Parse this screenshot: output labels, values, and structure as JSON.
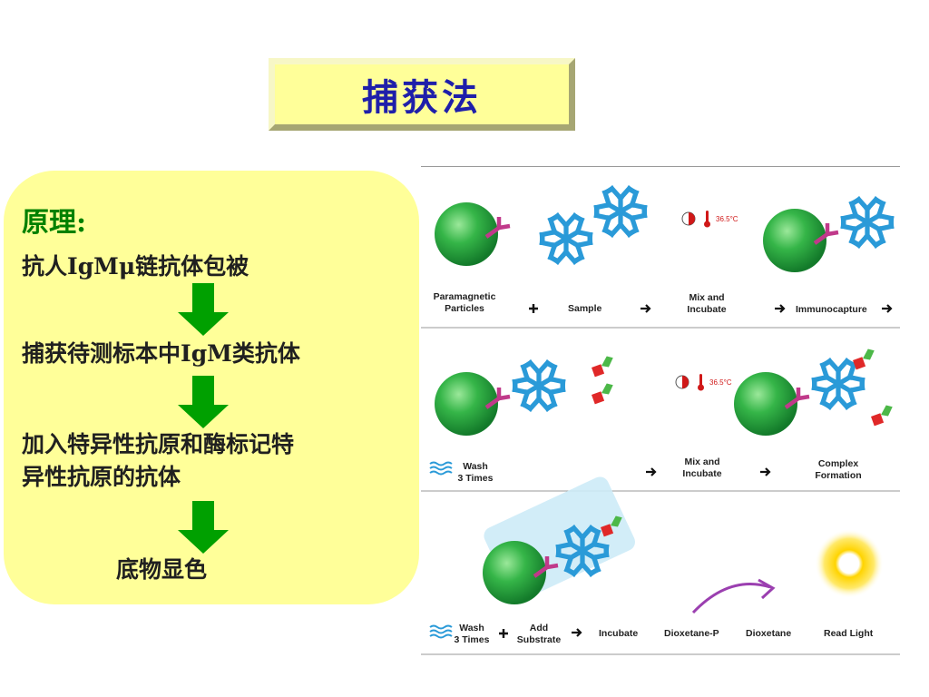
{
  "title": "捕获法",
  "principle": {
    "heading": "原理:",
    "steps": [
      "抗人IgMμ链抗体包被",
      "捕获待测标本中IgM类抗体",
      "加入特异性抗原和酶标记特\n异性抗原的抗体",
      "底物显色"
    ]
  },
  "diagram": {
    "row1": {
      "particles": "Paramagnetic\nParticles",
      "sample": "Sample",
      "mix_incubate": "Mix and\nIncubate",
      "immunocapture": "Immunocapture",
      "temperature": "36.5°C"
    },
    "row2": {
      "wash": "Wash\n3 Times",
      "mix_incubate": "Mix and\nIncubate",
      "complex": "Complex\nFormation",
      "temperature": "36.5°C"
    },
    "row3": {
      "wash": "Wash\n3 Times",
      "add_substrate": "Add\nSubstrate",
      "incubate": "Incubate",
      "dioxetane_p": "Dioxetane-P",
      "dioxetane": "Dioxetane",
      "read_light": "Read Light"
    }
  },
  "colors": {
    "panel_bg": "#ffff99",
    "title_text": "#1f1faa",
    "arrow_green": "#00a000",
    "heading_green": "#008000",
    "particle_green": "#22a83a",
    "antibody_blue": "#2a9ad8",
    "capture_magenta": "#c0398a",
    "label_red": "#e02828",
    "light_yellow": "#ffd400"
  },
  "icons": [
    "down-arrow-icon",
    "thermometer-icon",
    "wash-icon",
    "plus-icon",
    "right-arrow-icon",
    "curved-arrow-icon",
    "light-glow-icon"
  ]
}
